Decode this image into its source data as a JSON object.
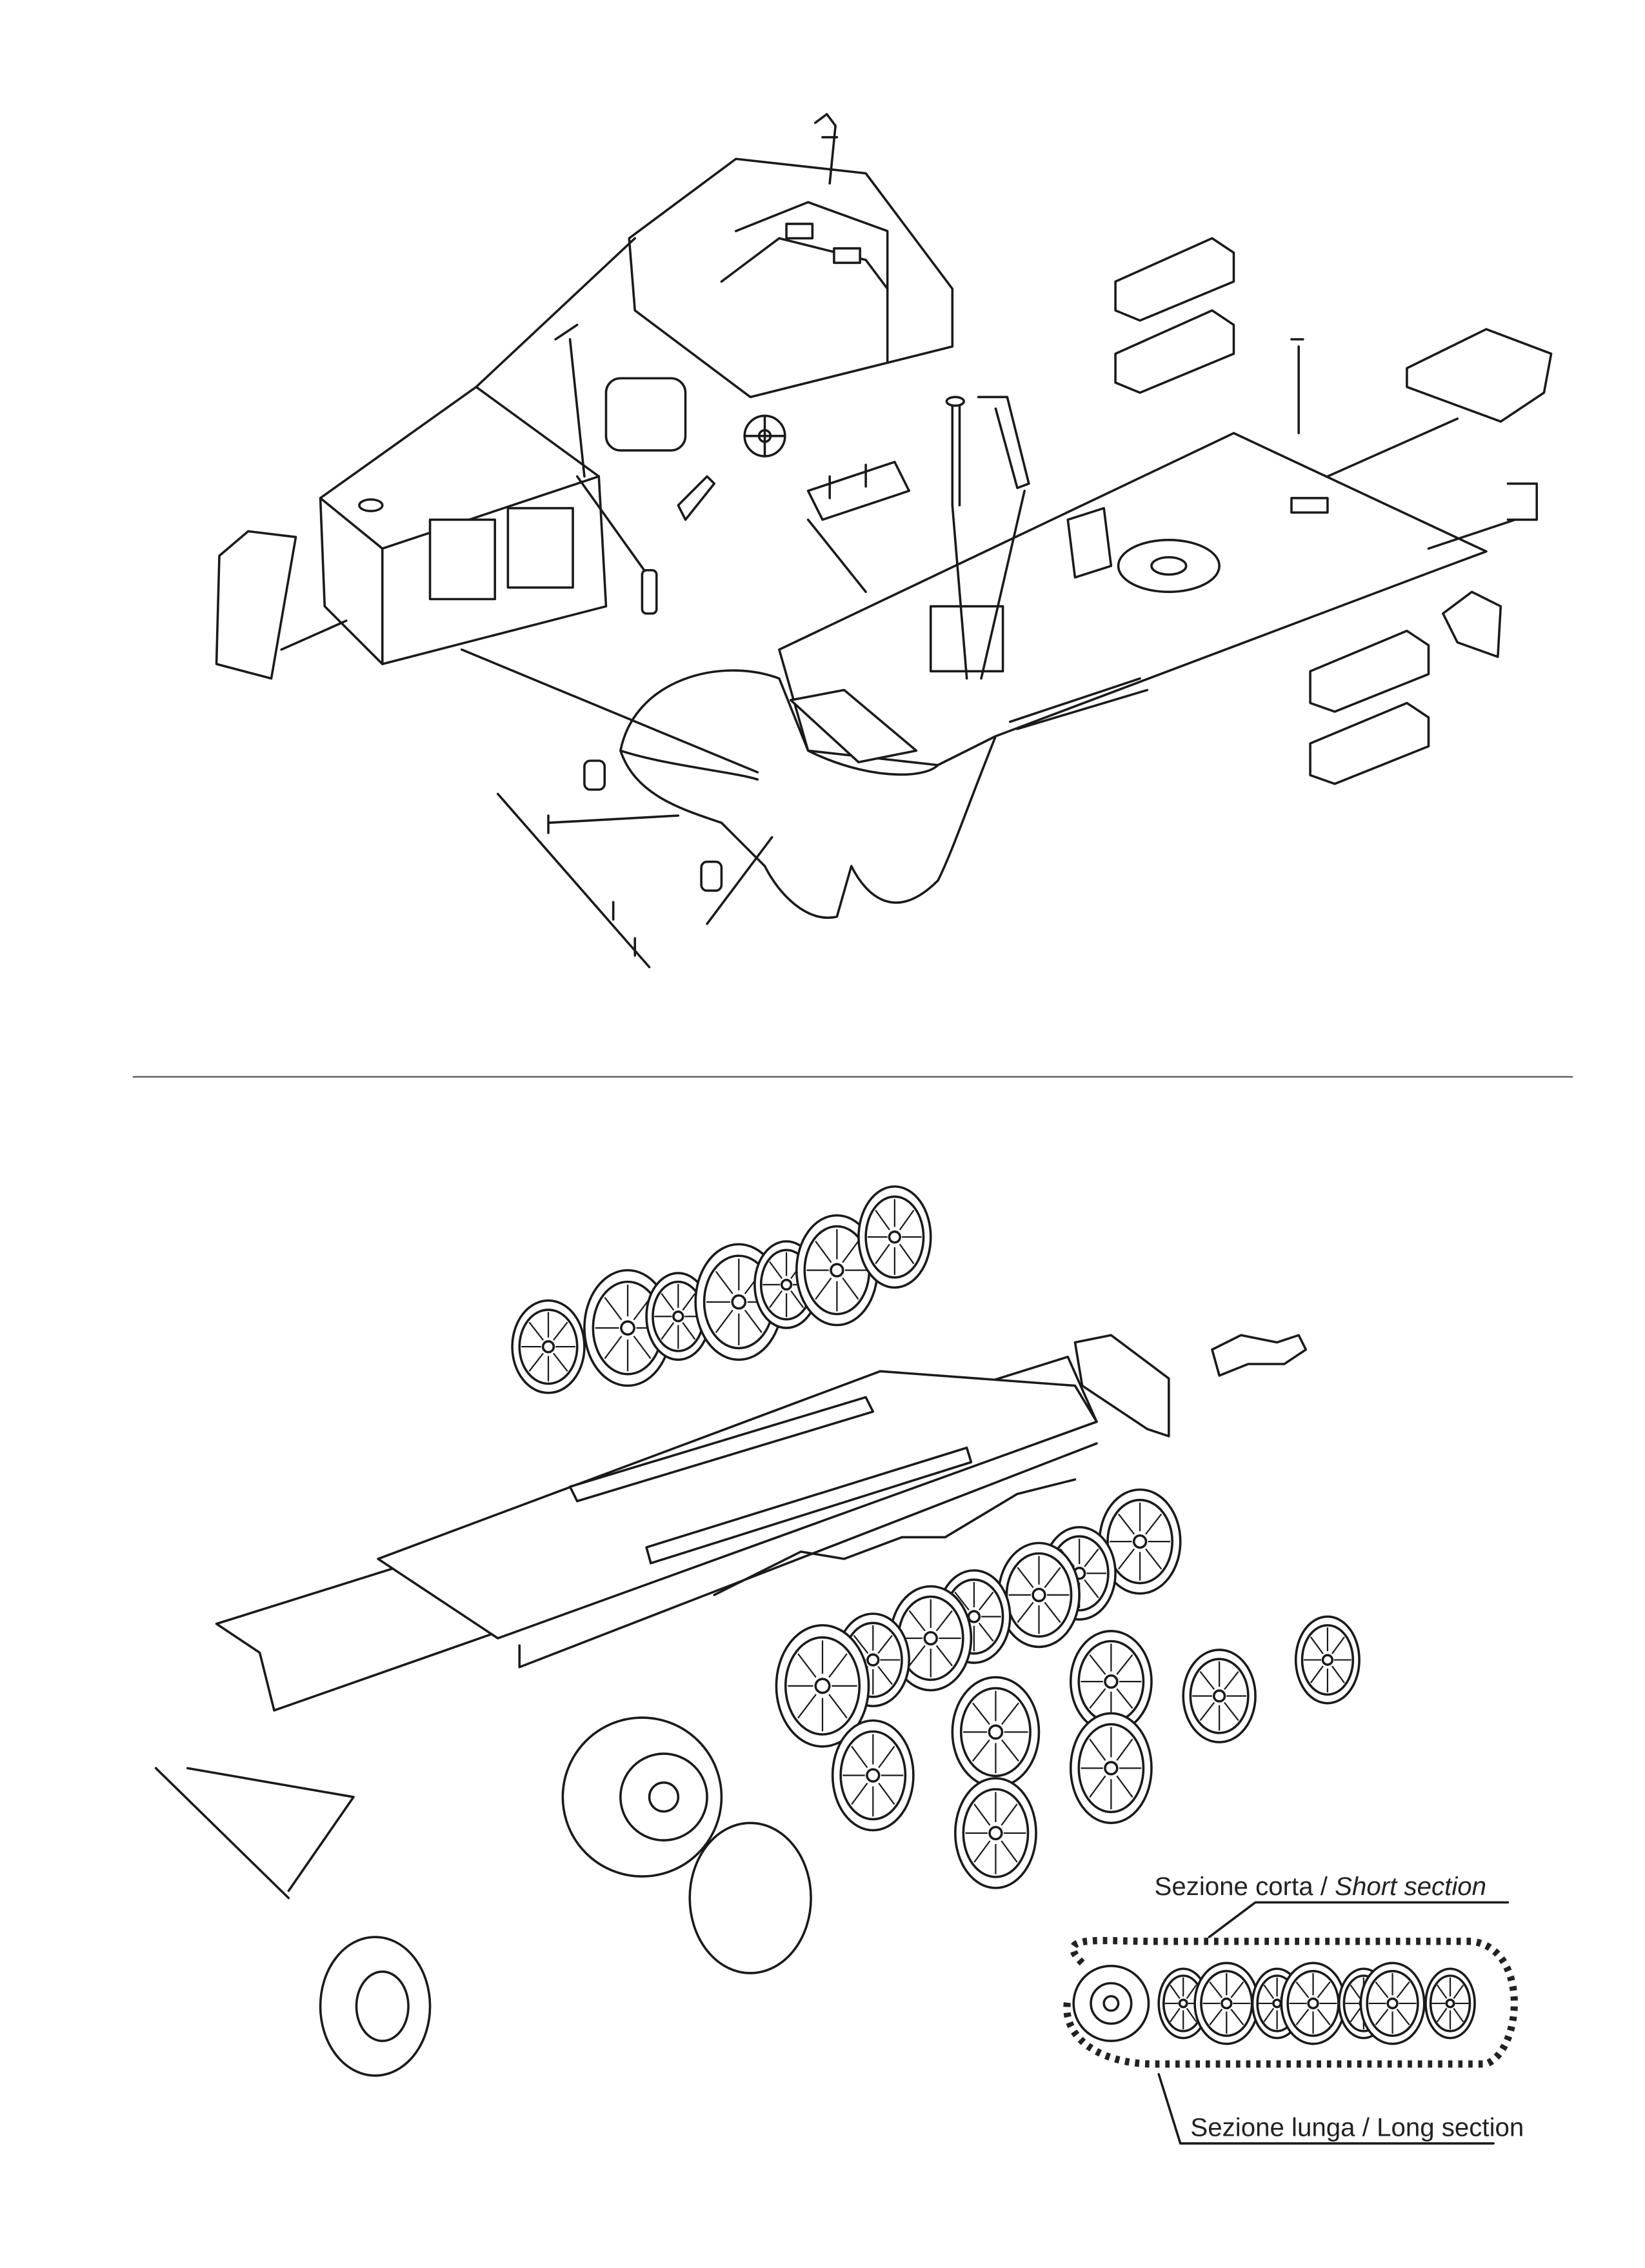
{
  "labels": {
    "short_section_it": "Sezione corta / ",
    "short_section_en": "Short section",
    "long_section_it": "Sezione lunga / ",
    "long_section_en": "Long section"
  },
  "colors": {
    "ink": "#1a1a1a",
    "paper": "#ffffff"
  }
}
